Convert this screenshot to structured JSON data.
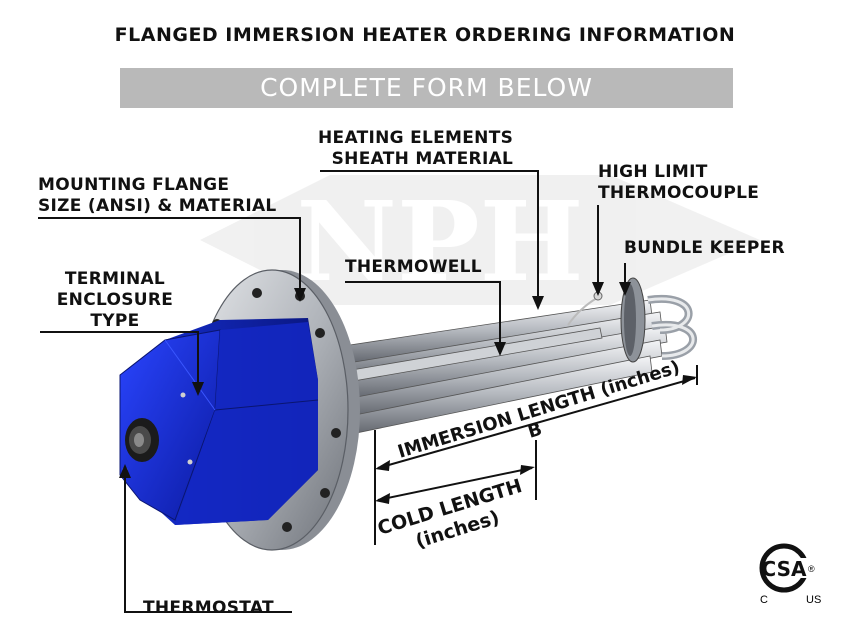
{
  "header": {
    "title": "FLANGED IMMERSION HEATER ORDERING INFORMATION",
    "banner": "COMPLETE FORM BELOW"
  },
  "labels": {
    "heating_elements": [
      "HEATING ELEMENTS",
      "SHEATH MATERIAL"
    ],
    "high_limit": [
      "HIGH LIMIT",
      "THERMOCOUPLE"
    ],
    "mounting_flange": [
      "MOUNTING FLANGE",
      "SIZE (ANSI) & MATERIAL"
    ],
    "bundle_keeper": "BUNDLE KEEPER",
    "thermowell": "THERMOWELL",
    "terminal_enclosure": [
      "TERMINAL",
      "ENCLOSURE",
      "TYPE"
    ],
    "thermostat": "THERMOSTAT"
  },
  "dimensions": {
    "immersion_length": "IMMERSION LENGTH (inches)",
    "immersion_letter": "B",
    "cold_length": "COLD LENGTH",
    "cold_unit": "(inches)"
  },
  "watermark": "NPH",
  "certification": {
    "logo": "CSA",
    "left": "C",
    "right": "US",
    "reg": "®"
  },
  "colors": {
    "enclosure": "#1a2fd0",
    "banner": "#b9b9b9",
    "steel": "#b8bcc2"
  }
}
